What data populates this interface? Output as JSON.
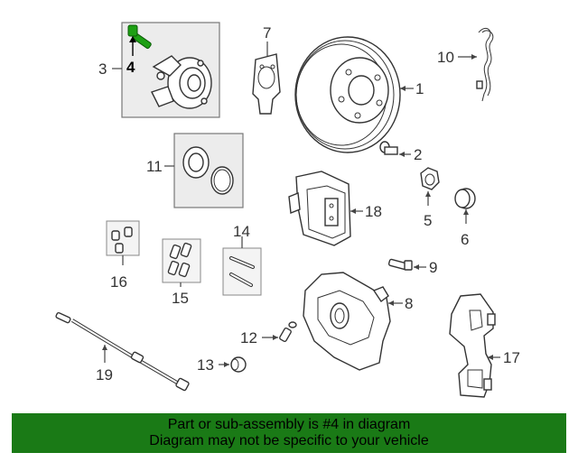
{
  "callouts": {
    "c1": "1",
    "c2": "2",
    "c3": "3",
    "c4": "4",
    "c5": "5",
    "c6": "6",
    "c7": "7",
    "c8": "8",
    "c9": "9",
    "c10": "10",
    "c11": "11",
    "c12": "12",
    "c13": "13",
    "c14": "14",
    "c15": "15",
    "c16": "16",
    "c17": "17",
    "c18": "18",
    "c19": "19"
  },
  "highlight": {
    "color": "#1ea014",
    "part": "4"
  },
  "banner": {
    "line1": "Part or sub-assembly is #4 in diagram",
    "line2": "Diagram may not be specific to your vehicle",
    "background": "#1a7a16"
  }
}
